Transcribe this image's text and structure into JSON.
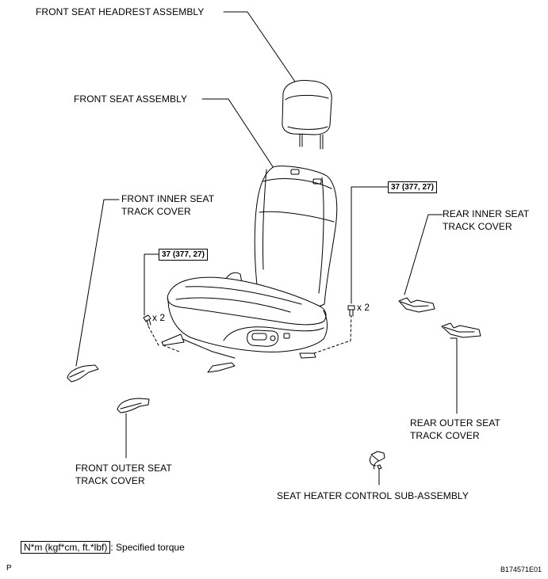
{
  "labels": {
    "headrest": "FRONT SEAT HEADREST ASSEMBLY",
    "seat": "FRONT SEAT ASSEMBLY",
    "front_inner_line1": "FRONT INNER SEAT",
    "front_inner_line2": "TRACK COVER",
    "rear_inner_line1": "REAR INNER SEAT",
    "rear_inner_line2": "TRACK COVER",
    "rear_outer_line1": "REAR OUTER SEAT",
    "rear_outer_line2": "TRACK COVER",
    "front_outer_line1": "FRONT OUTER SEAT",
    "front_outer_line2": "TRACK COVER",
    "heater_control": "SEAT HEATER CONTROL SUB-ASSEMBLY"
  },
  "torque": {
    "left_value": "37 (377, 27)",
    "right_value": "37 (377, 27)",
    "left_qty": "x 2",
    "right_qty": "x 2"
  },
  "legend": {
    "unit_box": "N*m (kgf*cm, ft.*lbf)",
    "description": ": Specified torque"
  },
  "footer": {
    "page_mark": "P",
    "figure_id": "B174571E01"
  }
}
